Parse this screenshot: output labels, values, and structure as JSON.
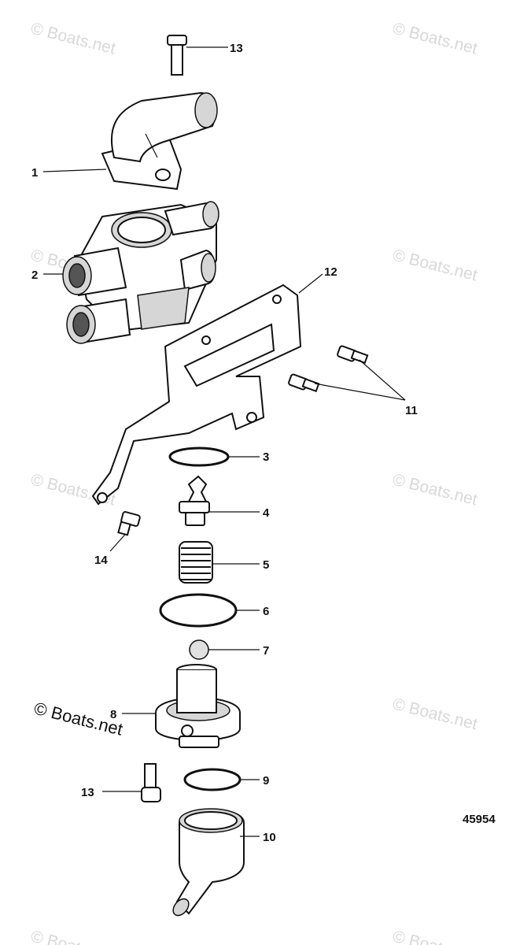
{
  "watermark_text": "© Boats.net",
  "copyright_text": "© Boats.net",
  "figure_number": "45954",
  "callouts": [
    "1",
    "2",
    "3",
    "4",
    "5",
    "6",
    "7",
    "8",
    "9",
    "10",
    "11",
    "12",
    "13",
    "13",
    "14"
  ]
}
